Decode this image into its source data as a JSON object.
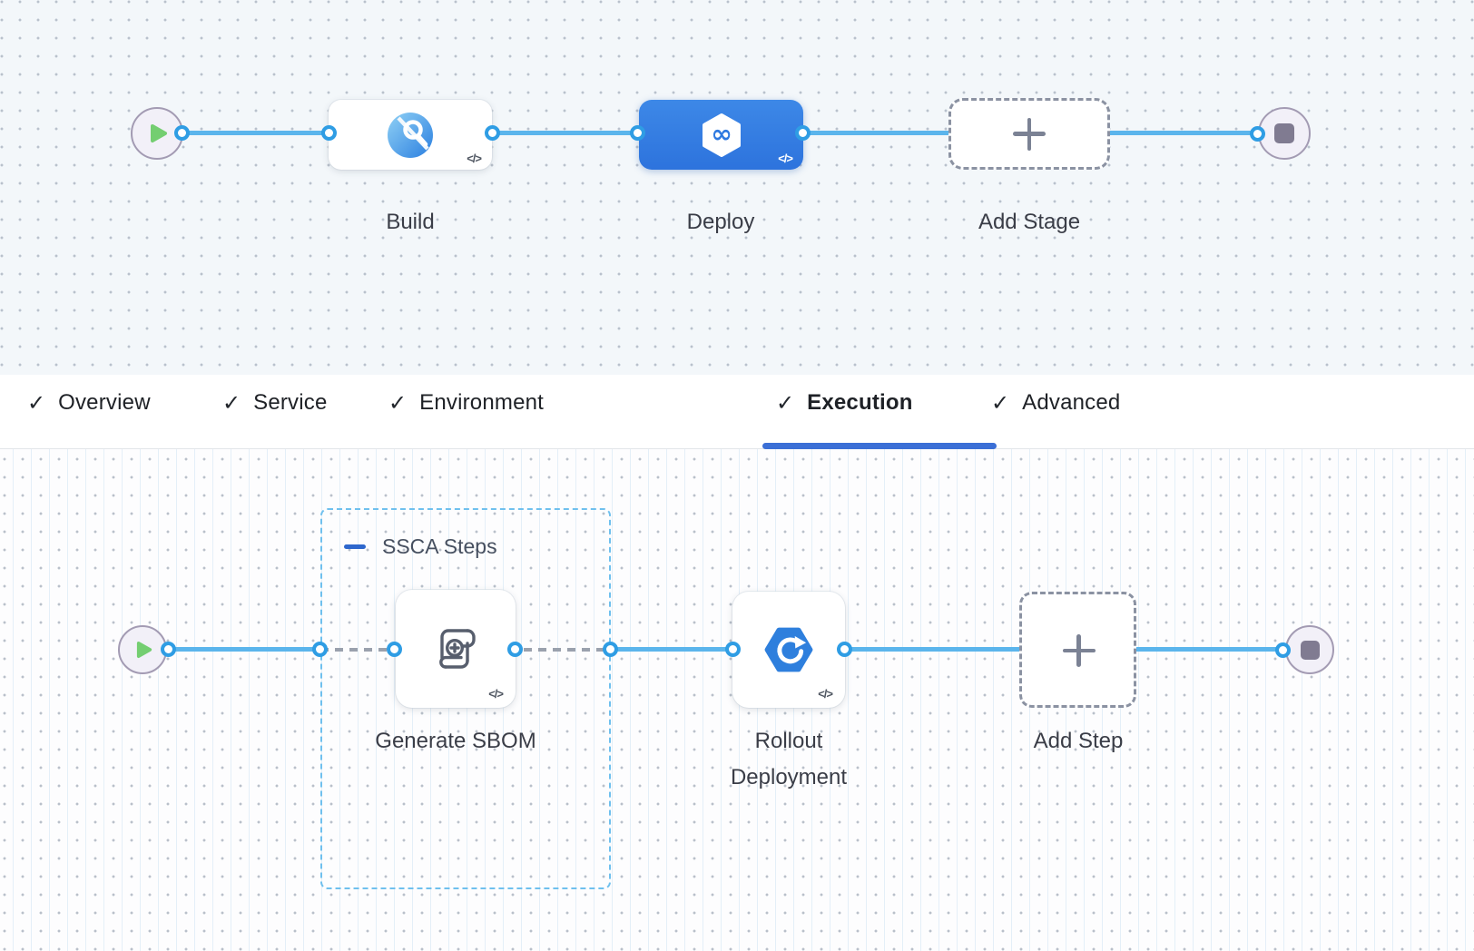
{
  "stage_pipeline": {
    "nodes": [
      {
        "id": "build",
        "label": "Build",
        "code_badge": "</>",
        "icon": "ci-build-icon"
      },
      {
        "id": "deploy",
        "label": "Deploy",
        "code_badge": "</>",
        "icon": "cd-deploy-icon"
      },
      {
        "id": "add_stage",
        "label": "Add Stage",
        "icon": "plus-icon"
      }
    ]
  },
  "tabs": {
    "check_glyph": "✓",
    "items": [
      {
        "label": "Overview",
        "checked": true
      },
      {
        "label": "Service",
        "checked": true
      },
      {
        "label": "Environment",
        "checked": true
      },
      {
        "label": "Execution",
        "checked": true,
        "active": true
      },
      {
        "label": "Advanced",
        "checked": true
      }
    ]
  },
  "execution_pipeline": {
    "group_label": "SSCA Steps",
    "steps": [
      {
        "id": "generate_sbom",
        "label": "Generate SBOM",
        "code_badge": "</>",
        "icon": "sbom-scroll-icon"
      },
      {
        "id": "rollout_deployment",
        "label": "Rollout Deployment",
        "code_badge": "</>",
        "icon": "rollout-hexagon-icon"
      },
      {
        "id": "add_step",
        "label": "Add Step",
        "icon": "plus-icon"
      }
    ]
  },
  "colors": {
    "connector_blue": "#5bb5ec",
    "ring_border": "#2f9de4",
    "deploy_blue": "#3180e2",
    "underline_blue": "#3b6fd6",
    "group_border_blue": "#6fc0ee",
    "dashed_connector_gray": "#9aa1ad",
    "play_green": "#74ce71",
    "stage_canvas_bg": "#f3f7fa",
    "exec_canvas_bg": "#fdfdfe"
  }
}
